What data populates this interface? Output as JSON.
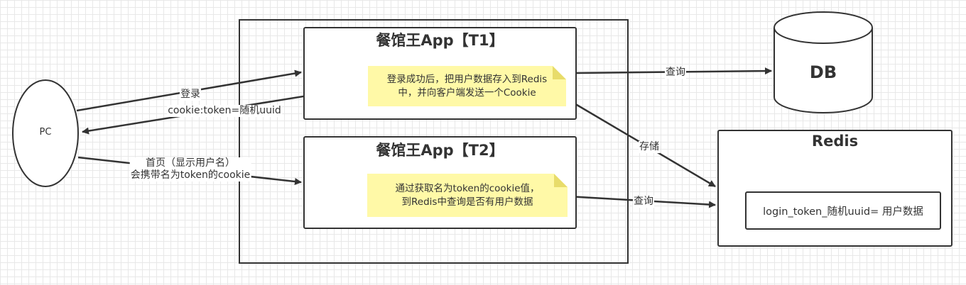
{
  "client": {
    "label": "PC"
  },
  "app_t1": {
    "title": "餐馆王App【T1】",
    "note_line1": "登录成功后，把用户数据存入到Redis",
    "note_line2": "中，并向客户端发送一个Cookie"
  },
  "app_t2": {
    "title": "餐馆王App【T2】",
    "note_line1": "通过获取名为token的cookie值，",
    "note_line2": "到Redis中查询是否有用户数据"
  },
  "db": {
    "label": "DB"
  },
  "redis": {
    "title": "Redis",
    "entry": "login_token_随机uuid= 用户数据"
  },
  "edges": {
    "login": "登录",
    "cookie_response": "cookie:token=随机uuid",
    "home_line1": "首页（显示用户名）",
    "home_line2": "会携带名为token的cookie",
    "query_db": "查询",
    "store_redis": "存储",
    "query_redis": "查询"
  },
  "colors": {
    "stroke": "#333333",
    "note_fill": "#fff9a7",
    "note_fold": "#e8dc6a",
    "grid": "#e8e8e8"
  }
}
